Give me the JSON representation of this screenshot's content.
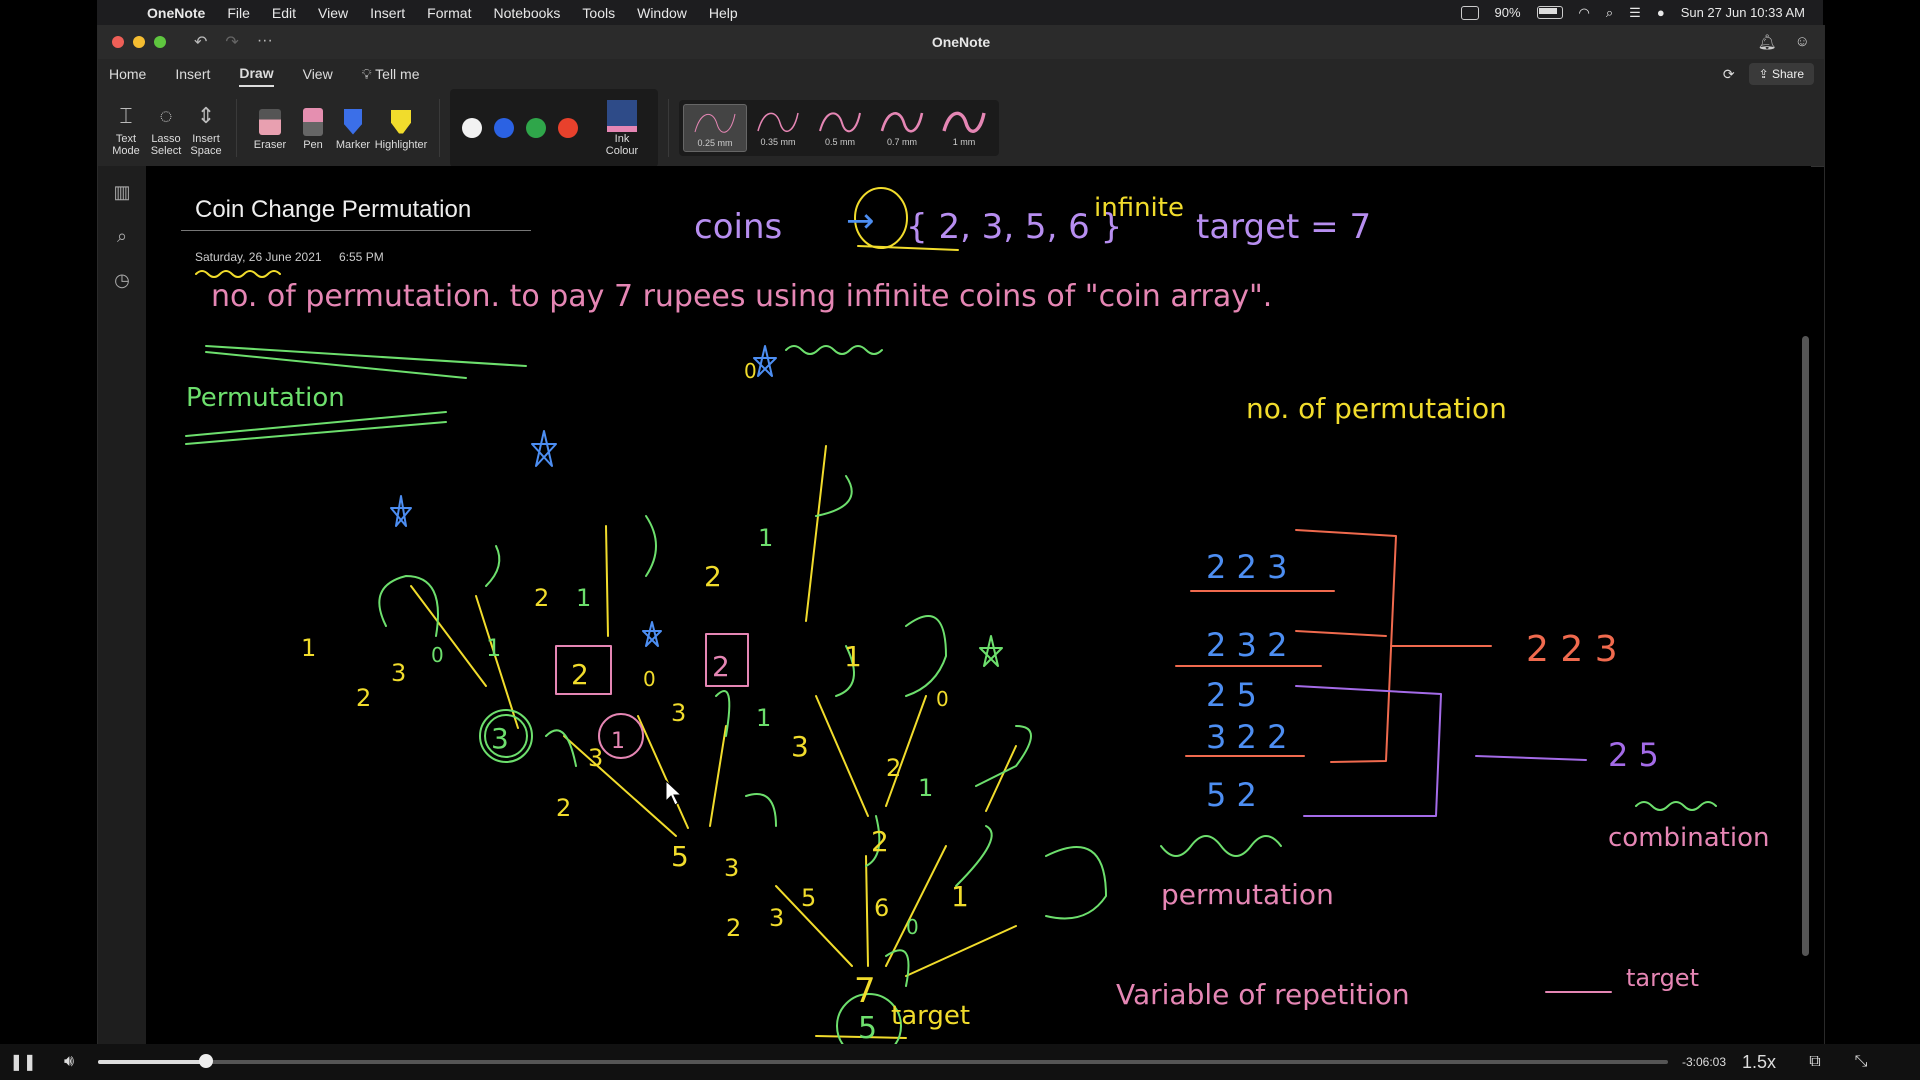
{
  "menubar": {
    "app": "OneNote",
    "items": [
      "File",
      "Edit",
      "View",
      "Insert",
      "Format",
      "Notebooks",
      "Tools",
      "Window",
      "Help"
    ],
    "battery": "90%",
    "datetime": "Sun 27 Jun  10:33 AM"
  },
  "window": {
    "title": "OneNote"
  },
  "tabs": {
    "items": [
      "Home",
      "Insert",
      "Draw",
      "View"
    ],
    "active": "Draw",
    "tell_me": "Tell me",
    "share": "Share"
  },
  "ribbon": {
    "tools": [
      {
        "label": "Text\nMode",
        "icon": "text-mode-icon"
      },
      {
        "label": "Lasso\nSelect",
        "icon": "lasso-icon"
      },
      {
        "label": "Insert\nSpace",
        "icon": "insert-space-icon"
      },
      {
        "label": "Eraser",
        "icon": "eraser-icon"
      },
      {
        "label": "Pen",
        "icon": "pen-icon"
      },
      {
        "label": "Marker",
        "icon": "marker-icon"
      },
      {
        "label": "Highlighter",
        "icon": "highlighter-icon"
      }
    ],
    "colors": [
      "#f2f2f2",
      "#2b62e3",
      "#2fa64a",
      "#e8412c"
    ],
    "ink_colour": "Ink\nColour",
    "thickness": [
      "0.25 mm",
      "0.35 mm",
      "0.5 mm",
      "0.7 mm",
      "1 mm"
    ],
    "selected_thickness": "0.25 mm"
  },
  "page": {
    "title": "Coin Change Permutation",
    "date": "Saturday, 26 June 2021",
    "time": "6:55 PM"
  },
  "ink": {
    "coins_label": "coins",
    "coin_set": "{ 2, 3, 5, 6 }",
    "infinite": "infinite",
    "target": "target = 7",
    "question": "no. of permutation. to pay 7 rupees using infinite coins of \"coin array\".",
    "permutation_label": "Permutation",
    "no_of_perm": "no. of permutation",
    "rows": [
      "2  2  3",
      "2  3  2",
      "2  5",
      "3  2  2",
      "5  2"
    ],
    "combo1": "2 2 3",
    "combo2": "2 5",
    "combination": "combination",
    "permutation_bottom": "permutation",
    "variable": "Variable  of repetition",
    "target_word": "target",
    "target_bottom": "target",
    "root_value": "7",
    "root_circle": "5"
  },
  "video": {
    "remaining": "-3:06:03",
    "speed": "1.5x",
    "progress": 0.069
  }
}
